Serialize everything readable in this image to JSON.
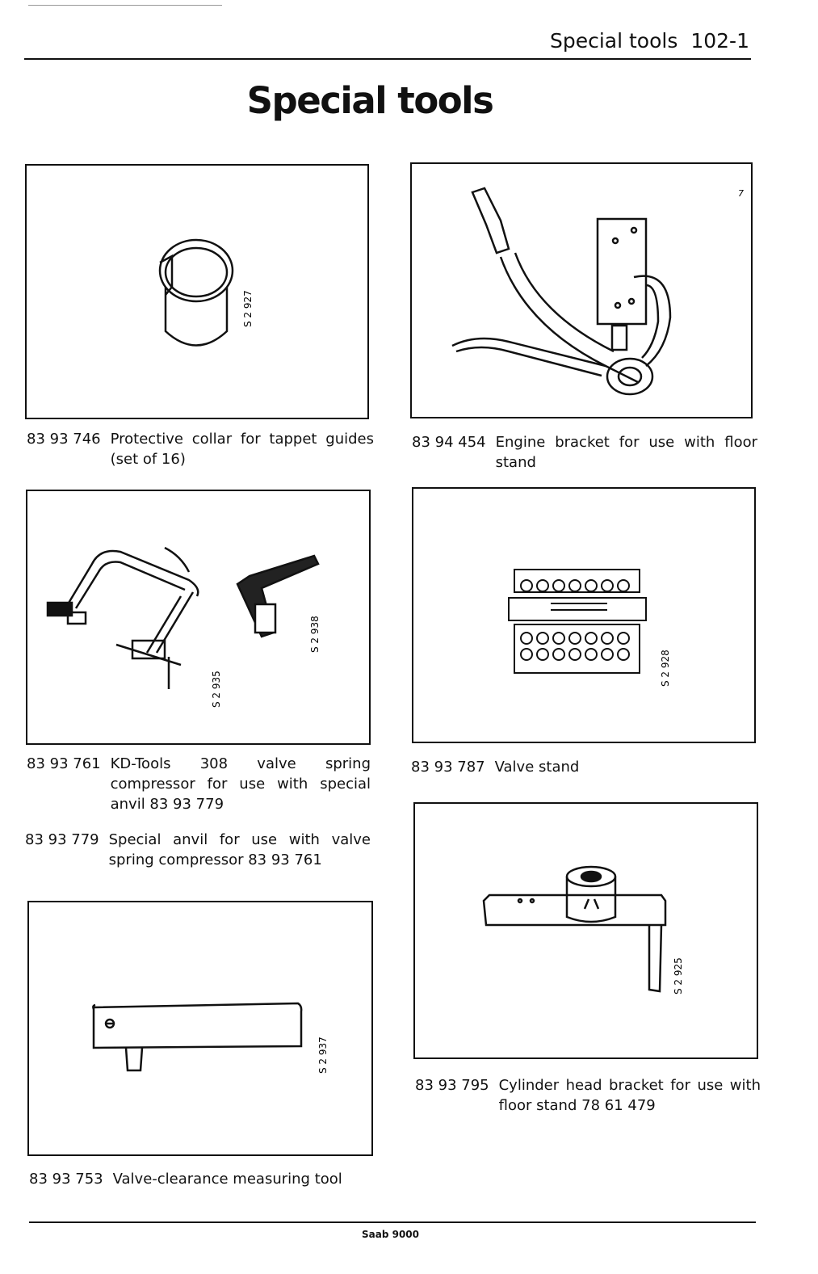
{
  "header": {
    "section_title": "Special tools",
    "page_number": "102-1"
  },
  "title": "Special tools",
  "tools": [
    {
      "part_no": "83 93 746",
      "description": "Protective collar for tappet guides (set of 16)",
      "fig_code": "S 2 927"
    },
    {
      "part_no": "83 94 454",
      "description": "Engine bracket for use with floor stand",
      "fig_code": "7"
    },
    {
      "part_no": "83 93 761",
      "description": "KD-Tools 308 valve spring compressor for use with special anvil 83 93 779",
      "fig_code": "S 2 935"
    },
    {
      "part_no": "83 93 779",
      "description": "Special anvil for use with valve spring compressor 83 93 761",
      "fig_code": "S 2 938"
    },
    {
      "part_no": "83 93 787",
      "description": "Valve stand",
      "fig_code": "S 2 928"
    },
    {
      "part_no": "83 93 795",
      "description": "Cylinder head bracket for use with floor stand 78 61 479",
      "fig_code": "S 2 925"
    },
    {
      "part_no": "83 93 753",
      "description": "Valve-clearance measuring tool",
      "fig_code": "S 2 937"
    }
  ],
  "footer": {
    "label": "Saab 9000"
  }
}
